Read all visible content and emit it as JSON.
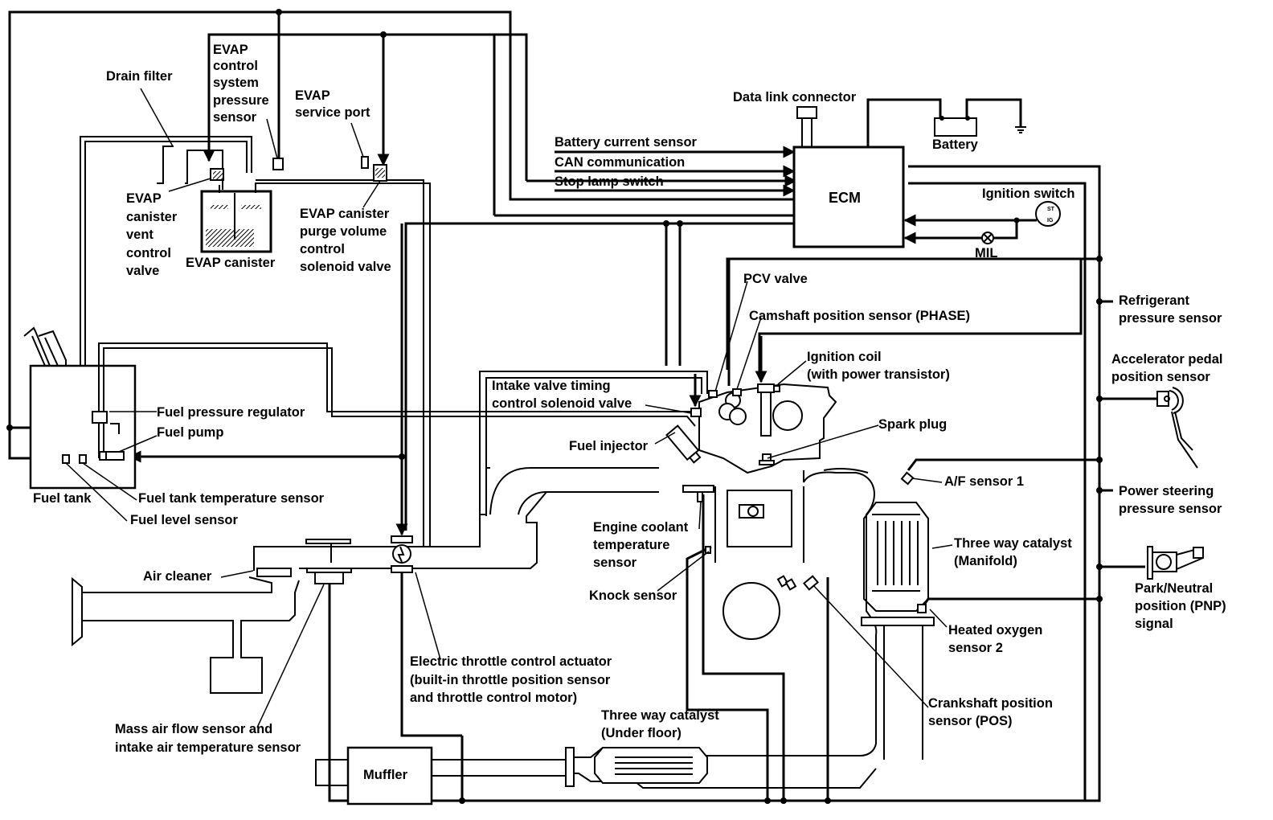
{
  "title": "Engine control system diagram",
  "components": {
    "ecm": "ECM",
    "data_link_connector": "Data link connector",
    "battery": "Battery",
    "ignition_switch": "Ignition switch",
    "ignition_switch_st": "ST",
    "ignition_switch_ig": "IG",
    "mil": "MIL",
    "muffler": "Muffler"
  },
  "ecm_inputs": [
    {
      "label": "Battery current sensor"
    },
    {
      "label": "CAN communication"
    },
    {
      "label": "Stop lamp switch"
    }
  ],
  "labels": {
    "drain_filter": "Drain filter",
    "evap_pressure_sensor": [
      "EVAP",
      "control",
      "system",
      "pressure",
      "sensor"
    ],
    "evap_service_port": [
      "EVAP",
      "service port"
    ],
    "evap_vent_valve": [
      "EVAP",
      "canister",
      "vent",
      "control",
      "valve"
    ],
    "evap_canister": "EVAP canister",
    "evap_purge_valve": [
      "EVAP canister",
      "purge volume",
      "control",
      "solenoid valve"
    ],
    "pcv_valve": "PCV valve",
    "camshaft_sensor": "Camshaft position sensor (PHASE)",
    "ignition_coil": [
      "Ignition coil",
      "(with power transistor)"
    ],
    "refrigerant_sensor": [
      "Refrigerant",
      "pressure sensor"
    ],
    "accelerator_sensor": [
      "Accelerator pedal",
      "position sensor"
    ],
    "intake_valve_timing": [
      "Intake valve timing",
      "control solenoid valve"
    ],
    "spark_plug": "Spark plug",
    "fuel_pressure_regulator": "Fuel pressure regulator",
    "fuel_pump": "Fuel pump",
    "fuel_injector": "Fuel injector",
    "fuel_tank": "Fuel tank",
    "fuel_tank_temp_sensor": "Fuel tank temperature sensor",
    "fuel_level_sensor": "Fuel level sensor",
    "af_sensor": "A/F sensor 1",
    "power_steering_sensor": [
      "Power steering",
      "pressure sensor"
    ],
    "engine_coolant_sensor": [
      "Engine coolant",
      "temperature",
      "sensor"
    ],
    "air_cleaner": "Air cleaner",
    "three_way_catalyst_manifold": [
      "Three way catalyst",
      "(Manifold)"
    ],
    "pnp_signal": [
      "Park/Neutral",
      "position (PNP)",
      "signal"
    ],
    "knock_sensor": "Knock sensor",
    "heated_oxygen_sensor": [
      "Heated oxygen",
      "sensor 2"
    ],
    "throttle_actuator": [
      "Electric throttle control actuator",
      "(built-in throttle position sensor",
      "and throttle control motor)"
    ],
    "crankshaft_sensor": [
      "Crankshaft position",
      "sensor (POS)"
    ],
    "three_way_catalyst_underfloor": [
      "Three way catalyst",
      "(Under floor)"
    ],
    "maf_sensor": [
      "Mass air flow sensor and",
      "intake air temperature sensor"
    ]
  }
}
